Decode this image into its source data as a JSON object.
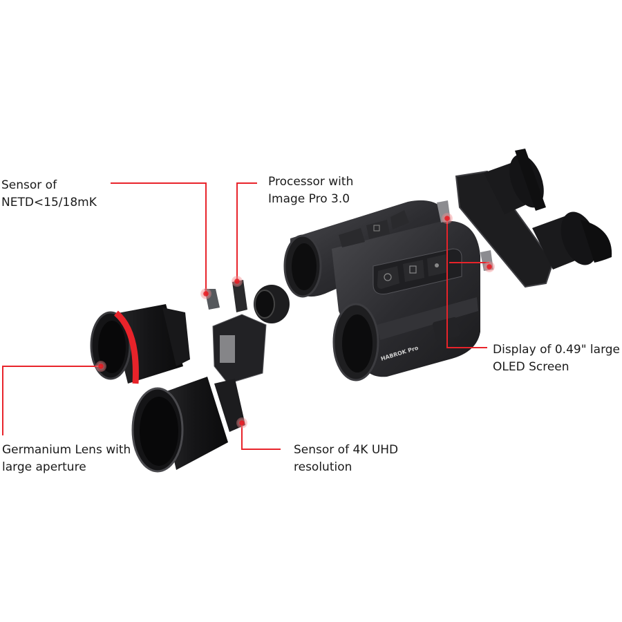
{
  "product": {
    "name": "HABROK Pro",
    "view": "exploded-view",
    "accent_color": "#e8232a"
  },
  "callouts": [
    {
      "id": "thermal-sensor",
      "line1": "Sensor of",
      "line2": "NETD<15/18mK"
    },
    {
      "id": "processor",
      "line1": "Processor with",
      "line2": "Image Pro 3.0"
    },
    {
      "id": "display",
      "line1": "Display of 0.49\" large",
      "line2": "OLED Screen"
    },
    {
      "id": "germanium-lens",
      "line1": "Germanium Lens with",
      "line2": "large aperture"
    },
    {
      "id": "uhd-sensor",
      "line1": "Sensor of 4K UHD",
      "line2": "resolution"
    }
  ],
  "device": {
    "brand_label": "HABROK Pro",
    "buttons": [
      {
        "icon": "power-icon"
      },
      {
        "icon": "menu-icon"
      },
      {
        "icon": "brightness-icon"
      }
    ],
    "top_buttons": [
      {
        "icon": "brightness-icon"
      },
      {
        "icon": "menu-icon"
      },
      {
        "icon": "zoom-icon"
      }
    ]
  }
}
